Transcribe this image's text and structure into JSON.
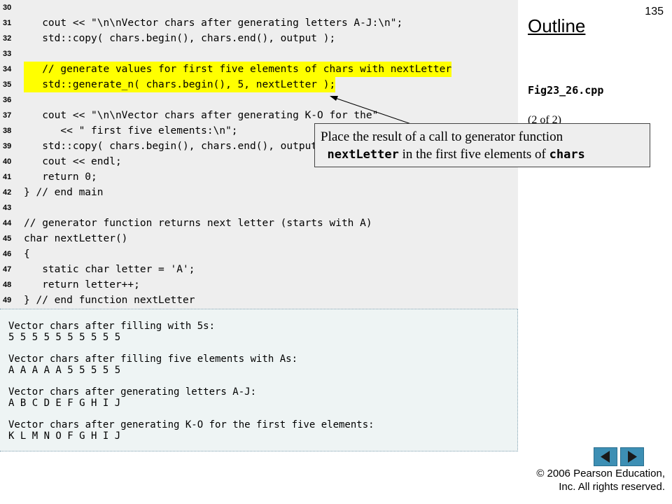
{
  "slide_number": "135",
  "outline_title": "Outline",
  "file_label": "Fig23_26.cpp",
  "page_label": "(2 of 2)",
  "callout": {
    "text_before": "Place the result of a call to generator function",
    "mono1": "nextLetter",
    "text_mid": " in the first five elements of ",
    "mono2": "chars"
  },
  "code_lines": [
    {
      "n": "30",
      "t": ""
    },
    {
      "n": "31",
      "t": "   cout << \"\\n\\nVector chars after generating letters A-J:\\n\";"
    },
    {
      "n": "32",
      "t": "   std::copy( chars.begin(), chars.end(), output );"
    },
    {
      "n": "33",
      "t": ""
    },
    {
      "n": "34",
      "t": "   // generate values for first five elements of chars with nextLetter",
      "hl": true
    },
    {
      "n": "35",
      "t": "   std::generate_n( chars.begin(), 5, nextLetter );",
      "hl": true
    },
    {
      "n": "36",
      "t": ""
    },
    {
      "n": "37",
      "t": "   cout << \"\\n\\nVector chars after generating K-O for the\""
    },
    {
      "n": "38",
      "t": "      << \" first five elements:\\n\";"
    },
    {
      "n": "39",
      "t": "   std::copy( chars.begin(), chars.end(), output );"
    },
    {
      "n": "40",
      "t": "   cout << endl;"
    },
    {
      "n": "41",
      "t": "   return 0;"
    },
    {
      "n": "42",
      "t": "} // end main"
    },
    {
      "n": "43",
      "t": ""
    },
    {
      "n": "44",
      "t": "// generator function returns next letter (starts with A)"
    },
    {
      "n": "45",
      "t": "char nextLetter()"
    },
    {
      "n": "46",
      "t": "{"
    },
    {
      "n": "47",
      "t": "   static char letter = 'A';"
    },
    {
      "n": "48",
      "t": "   return letter++;"
    },
    {
      "n": "49",
      "t": "} // end function nextLetter"
    }
  ],
  "output_lines": [
    "Vector chars after filling with 5s:",
    "5 5 5 5 5 5 5 5 5 5",
    "Vector chars after filling five elements with As:",
    "A A A A A 5 5 5 5 5",
    "Vector chars after generating letters A-J:",
    "A B C D E F G H I J",
    "Vector chars after generating K-O for the first five elements:",
    "K L M N O F G H I J"
  ],
  "copyright": {
    "line1": "© 2006 Pearson Education,",
    "line2": "Inc.  All rights reserved."
  },
  "icons": {
    "prev": "prev-arrow-icon",
    "next": "next-arrow-icon"
  }
}
